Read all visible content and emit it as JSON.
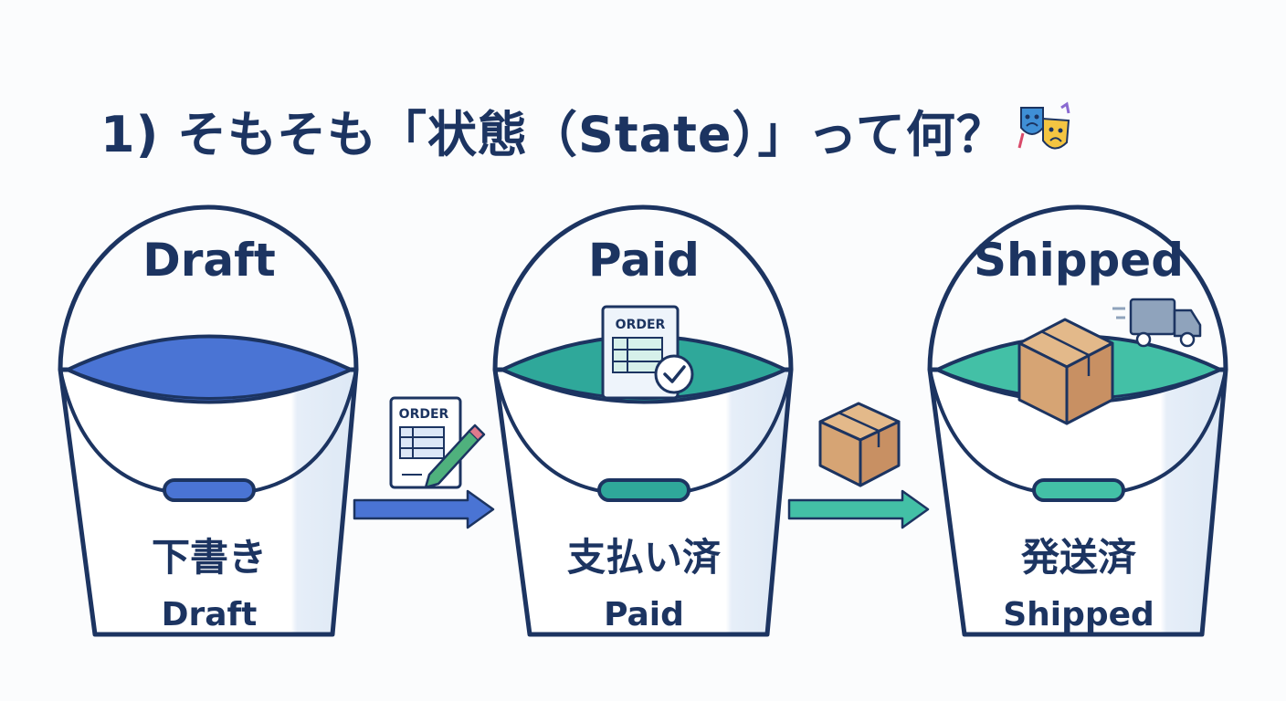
{
  "title": "1) そもそも「状態（State）」って何？",
  "title_icon": "theater-masks-icon",
  "states": [
    {
      "heading": "Draft",
      "label_jp": "下書き",
      "label_en": "Draft",
      "liquid_color": "#4a74d4",
      "handle_color": "#4a74d4",
      "icon": "none"
    },
    {
      "heading": "Paid",
      "label_jp": "支払い済",
      "label_en": "Paid",
      "liquid_color": "#2fa89a",
      "handle_color": "#2fa89a",
      "icon": "order-check-icon"
    },
    {
      "heading": "Shipped",
      "label_jp": "発送済",
      "label_en": "Shipped",
      "liquid_color": "#43c0a6",
      "handle_color": "#43c0a6",
      "icon": "box-truck-icon"
    }
  ],
  "transitions": [
    {
      "icon": "order-pencil-icon",
      "arrow_color": "#4a74d4"
    },
    {
      "icon": "package-box-icon",
      "arrow_color": "#43c0a6"
    }
  ],
  "order_doc_label": "ORDER",
  "colors": {
    "outline": "#1c3461",
    "background": "#fbfcfd"
  }
}
